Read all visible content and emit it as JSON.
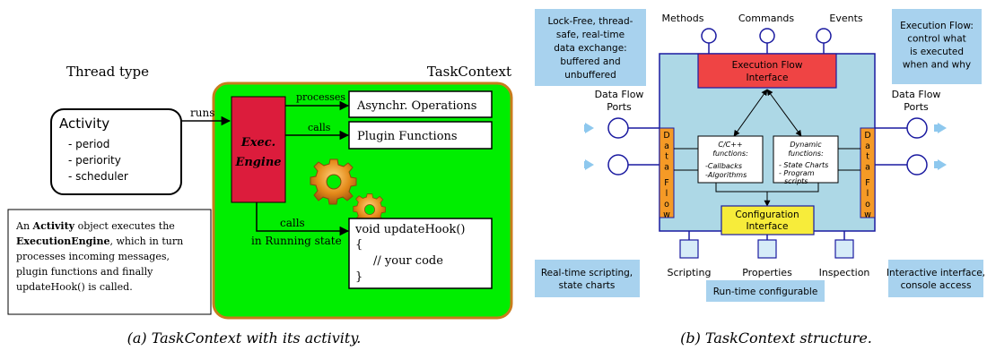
{
  "left": {
    "thread_type": "Thread type",
    "task_context": "TaskContext",
    "activity": {
      "title": "Activity",
      "items": [
        "- period",
        "- periority",
        "- scheduler"
      ]
    },
    "runs": "runs",
    "engine": {
      "line1": "Exec.",
      "line2": "Engine"
    },
    "arrows": {
      "processes": "processes",
      "calls1": "calls",
      "calls2": "calls",
      "running_state": "in Running state"
    },
    "async_ops": "Asynchr. Operations",
    "plugin_functions": "Plugin Functions",
    "update_hook": {
      "line1": "void updateHook()",
      "line2": "{",
      "line3": "// your code",
      "line4": "}"
    },
    "note": {
      "l1_pre": "An ",
      "l1_bold": "Activity",
      "l1_post": " object executes the",
      "l2_bold": "ExecutionEngine",
      "l2_post": ", which in turn",
      "l3": "processes incoming messages,",
      "l4": "plugin functions and finally",
      "l5": "updateHook() is called."
    },
    "caption": "(a) TaskContext with its activity."
  },
  "right": {
    "lockfree": [
      "Lock-Free, thread-",
      "safe, real-time",
      "data exchange:",
      "buffered and",
      "unbuffered"
    ],
    "execflow_note": [
      "Execution Flow:",
      "control what",
      "is executed",
      "when and why"
    ],
    "top_labels": {
      "methods": "Methods",
      "commands": "Commands",
      "events": "Events"
    },
    "execflow_interface": [
      "Execution Flow",
      "Interface"
    ],
    "dataflow_ports_left": [
      "Data Flow",
      "Ports"
    ],
    "dataflow_ports_right": [
      "Data Flow",
      "Ports"
    ],
    "dataflow_bar_left": [
      "D",
      "a",
      "t",
      "a",
      "F",
      "l",
      "o",
      "w"
    ],
    "dataflow_bar_right": [
      "D",
      "a",
      "t",
      "a",
      "F",
      "l",
      "o",
      "w"
    ],
    "cpp_box": [
      "C/C++",
      "functions:",
      "-Callbacks",
      "-Algorithms"
    ],
    "dyn_box": [
      "Dynamic",
      "functions:",
      "- State Charts",
      "- Program",
      "scripts"
    ],
    "config_interface": [
      "Configuration",
      "Interface"
    ],
    "bottom_labels": {
      "scripting": "Scripting",
      "properties": "Properties",
      "inspection": "Inspection"
    },
    "realtime_note": [
      "Real-time scripting,",
      "state charts"
    ],
    "runtime_note": "Run-time configurable",
    "interactive_note": [
      "Interactive interface,",
      "console access"
    ],
    "caption": "(b) TaskContext structure.",
    "colors": {
      "main_box": "#add8e6",
      "exec_box": "#ef4444",
      "config_box": "#f7ec3a",
      "dataflow_bar": "#f59a26",
      "notes": "#a8d2ee"
    }
  }
}
